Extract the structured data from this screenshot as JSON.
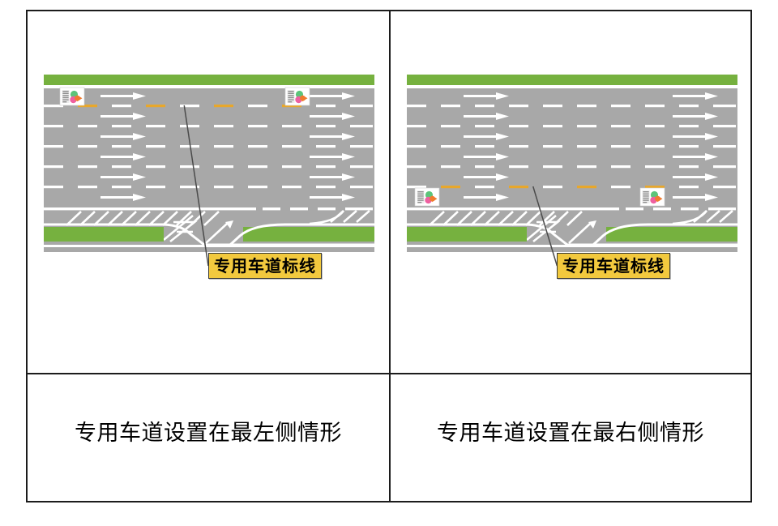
{
  "figure": {
    "type": "table",
    "columns": 2,
    "rows": 2,
    "border_color": "#1c1c1c",
    "background": "#ffffff"
  },
  "palette": {
    "road_grey": "#A8A8A8",
    "marking_white": "#FFFFFF",
    "dedicated_lane_yellow": "#E8A72B",
    "green_median": "#76B13F",
    "callout_fill": "#F2C93E",
    "callout_border": "#3A3A34",
    "leader_line": "#4A4A4A",
    "page_background": "#FFFFFF"
  },
  "panels": [
    {
      "id": "left",
      "caption": "专用车道设置在最左侧情形",
      "callout_label": "专用车道标线",
      "dedicated_lane_position": "最左侧",
      "lane_count": 6,
      "arrow_direction": "right",
      "sign_count": 2,
      "sign_row_index": 0,
      "green_bands": [
        "top-median",
        "lower-left-island",
        "lower-right-island"
      ]
    },
    {
      "id": "right",
      "caption": "专用车道设置在最右侧情形",
      "callout_label": "专用车道标线",
      "dedicated_lane_position": "最右侧",
      "lane_count": 6,
      "arrow_direction": "right",
      "sign_count": 2,
      "sign_row_index": 5,
      "green_bands": [
        "top-median",
        "lower-left-island",
        "lower-right-island"
      ]
    }
  ],
  "sign_icon": {
    "name": "dedicated-lane-sign",
    "panel_fill": "#FFFFFF",
    "glyph_colors": [
      "#8D8D8D",
      "#5CC47A",
      "#EE5FA0",
      "#F07A2E"
    ]
  }
}
